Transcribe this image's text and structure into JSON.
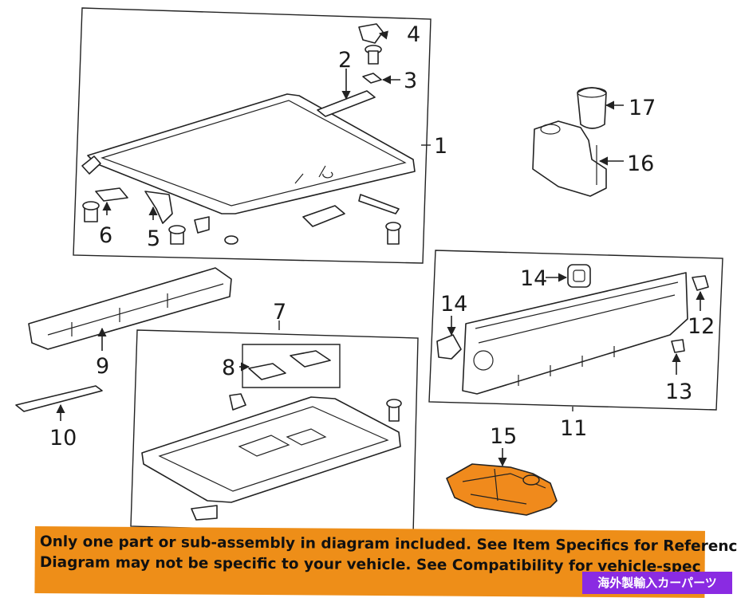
{
  "callouts": {
    "c1": "1",
    "c2": "2",
    "c3": "3",
    "c4": "4",
    "c5": "5",
    "c6": "6",
    "c7": "7",
    "c8": "8",
    "c9": "9",
    "c10": "10",
    "c11": "11",
    "c12": "12",
    "c13": "13",
    "c14a": "14",
    "c14b": "14",
    "c15": "15",
    "c16": "16",
    "c17": "17"
  },
  "banner": {
    "line1": "Only one part or sub-assembly in diagram included. See Item Specifics for Reference #.",
    "line2": "Diagram may not be specific to your vehicle. See Compatibility for vehicle-spec",
    "background_color": "#ee8e18"
  },
  "badge": {
    "text": "海外製輸入カーパーツ",
    "background_color": "#8a2be2"
  },
  "highlight_color": "#f08a1c"
}
